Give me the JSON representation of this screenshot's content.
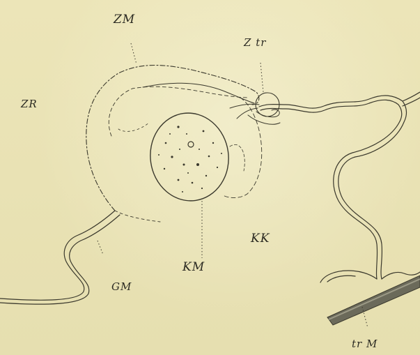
{
  "labels": {
    "zm": "ZM",
    "ztr": "Z tr",
    "zr": "ZR",
    "kk": "KK",
    "km": "KM",
    "gm": "GM",
    "trm": "tr M"
  },
  "colors": {
    "paper": "#e9e2b4",
    "ink": "#3a382c"
  }
}
